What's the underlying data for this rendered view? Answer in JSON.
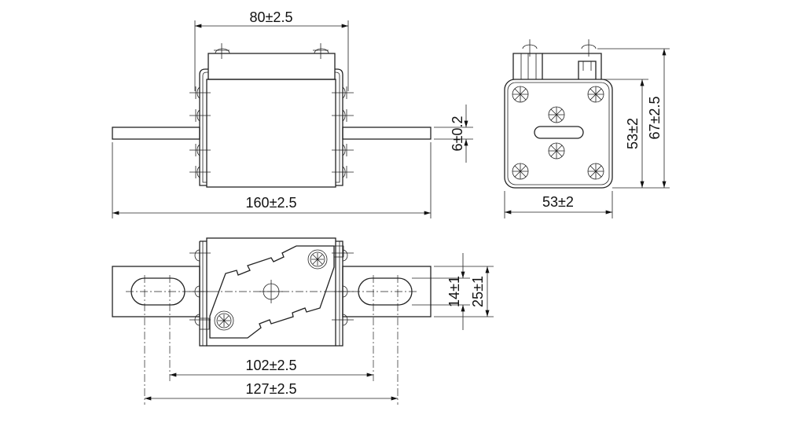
{
  "drawing": {
    "front_view": {
      "width_top": "80±2.5",
      "overall_length": "160±2.5",
      "blade_thickness": "6±0.2"
    },
    "side_view": {
      "width": "53±2",
      "body_height": "53±2",
      "overall_height": "67±2.5"
    },
    "top_view": {
      "slot_inner_distance": "102±2.5",
      "slot_outer_distance": "127±2.5",
      "slot_width": "14±1",
      "blade_width": "25±1"
    }
  }
}
